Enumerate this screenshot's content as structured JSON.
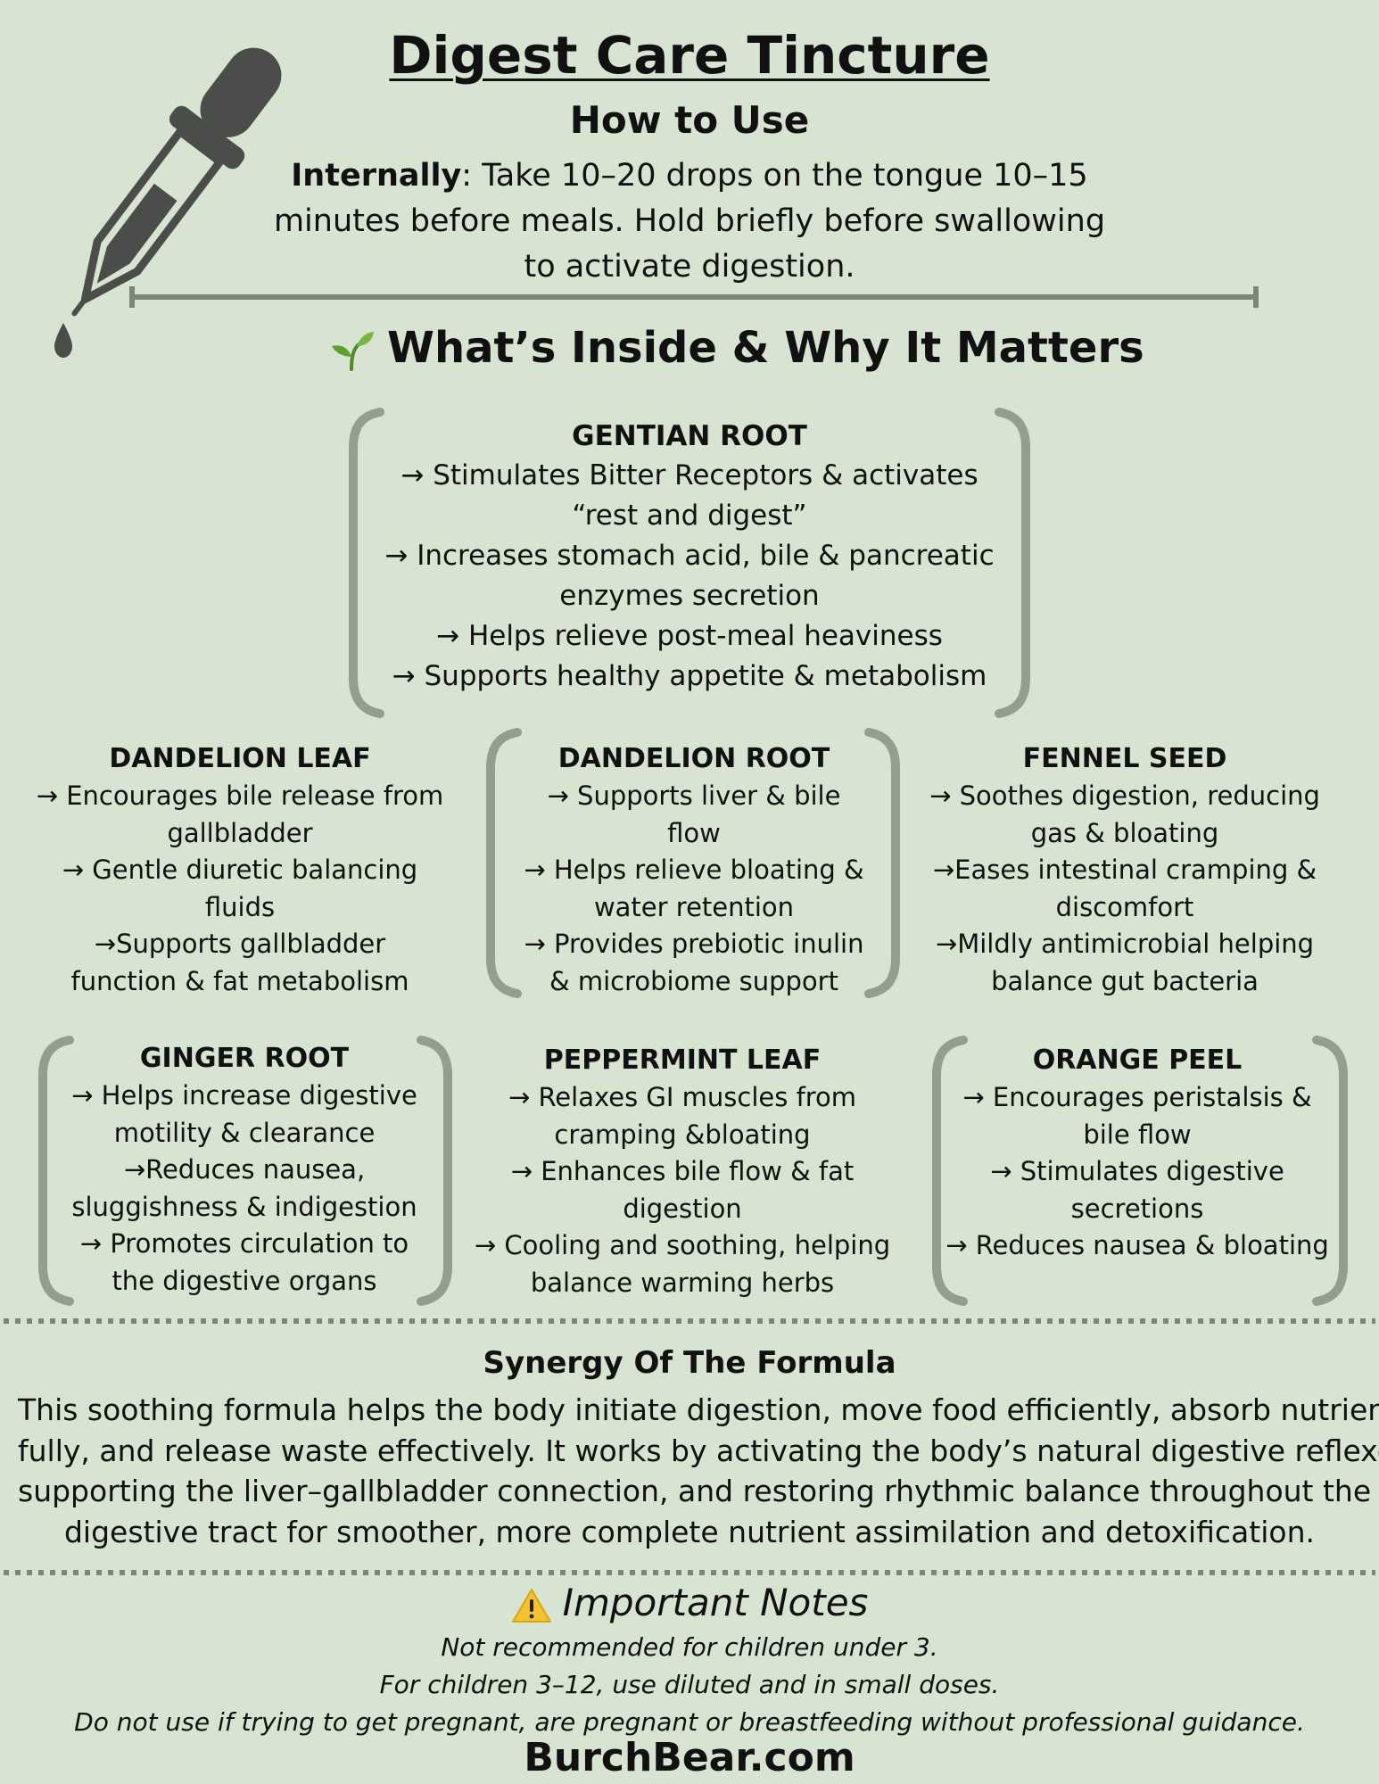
{
  "header": {
    "title": "Digest Care Tincture",
    "how_to_use": "How to Use",
    "usage_lead": "Internally",
    "usage_line1": ": Take 10–20 drops on the tongue 10–15",
    "usage_line2": "minutes before meals. Hold briefly before swallowing",
    "usage_line3": "to activate digestion."
  },
  "inside": {
    "heading": "What’s Inside & Why It Matters",
    "icon": "sprout-icon"
  },
  "herbs": {
    "gentian": {
      "name": "GENTIAN ROOT",
      "lines": [
        "→ Stimulates Bitter Receptors & activates",
        "“rest and digest”",
        "→ Increases stomach acid, bile & pancreatic",
        "enzymes secretion",
        "→ Helps relieve post-meal heaviness",
        "→ Supports healthy appetite & metabolism"
      ]
    },
    "dandelion_leaf": {
      "name": "DANDELION LEAF",
      "lines": [
        "→ Encourages bile release from",
        "gallbladder",
        "→ Gentle diuretic balancing",
        "fluids",
        "→Supports gallbladder",
        "function & fat metabolism"
      ]
    },
    "dandelion_root": {
      "name": "DANDELION ROOT",
      "lines": [
        "→ Supports liver & bile",
        "flow",
        "→ Helps relieve bloating &",
        "water retention",
        "→ Provides prebiotic inulin",
        "& microbiome support"
      ]
    },
    "fennel": {
      "name": "FENNEL SEED",
      "lines": [
        "→ Soothes digestion, reducing",
        "gas & bloating",
        "→Eases intestinal cramping &",
        "discomfort",
        "→Mildly antimicrobial helping",
        "balance gut bacteria"
      ]
    },
    "ginger": {
      "name": "GINGER ROOT",
      "lines": [
        "→ Helps increase digestive",
        "motility & clearance",
        "→Reduces nausea,",
        "sluggishness & indigestion",
        "→ Promotes circulation to",
        "the digestive organs"
      ]
    },
    "peppermint": {
      "name": "PEPPERMINT LEAF",
      "lines": [
        "→ Relaxes GI muscles from",
        "cramping &bloating",
        "→ Enhances bile flow & fat",
        "digestion",
        "→ Cooling and soothing, helping",
        "balance warming herbs"
      ]
    },
    "orange": {
      "name": "ORANGE PEEL",
      "lines": [
        "→ Encourages peristalsis &",
        "bile flow",
        "→ Stimulates digestive",
        "secretions",
        "→ Reduces nausea & bloating"
      ]
    }
  },
  "synergy": {
    "heading": "Synergy Of The Formula",
    "lines": [
      "This soothing formula helps the body initiate digestion, move food efficiently, absorb nutrients",
      "fully, and release waste effectively. It works by activating the body’s natural digestive reflexes,",
      "supporting the liver–gallbladder connection, and restoring rhythmic balance throughout the",
      "digestive tract for smoother, more complete nutrient assimilation and detoxification."
    ]
  },
  "notes": {
    "heading": "Important Notes",
    "icon": "warning-icon",
    "lines": [
      "Not recommended for children under 3.",
      "For children 3–12, use diluted and in small doses.",
      "Do not use if trying to get pregnant, are pregnant or breastfeeding without professional guidance."
    ]
  },
  "footer": {
    "site": "BurchBear.com"
  },
  "colors": {
    "background": "#d6e4d1",
    "bracket": "#929e8f",
    "dropper": "#4a4d49",
    "rule": "#7b8679"
  }
}
